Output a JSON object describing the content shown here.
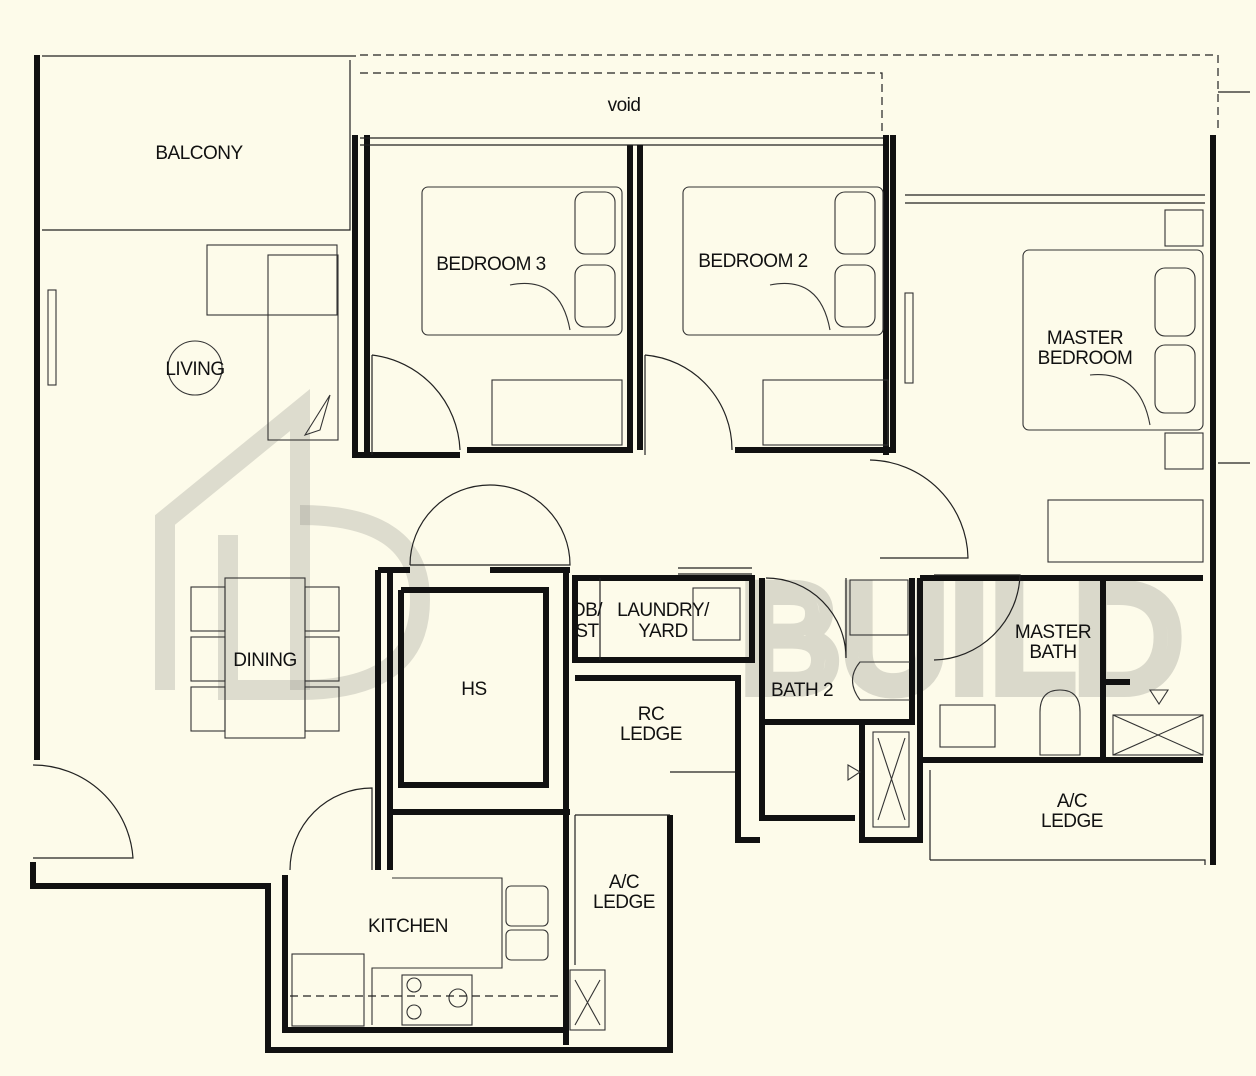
{
  "void_label": "void",
  "rooms": {
    "balcony": "BALCONY",
    "living": "LIVING",
    "dining": "DINING",
    "bedroom3": "BEDROOM 3",
    "bedroom2": "BEDROOM 2",
    "master_bedroom_1": "MASTER",
    "master_bedroom_2": "BEDROOM",
    "hs": "HS",
    "dbst_1": "DB/",
    "dbst_2": "ST",
    "laundry_1": "LAUNDRY/",
    "laundry_2": "YARD",
    "bath2": "BATH 2",
    "master_bath_1": "MASTER",
    "master_bath_2": "BATH",
    "rc_ledge_1": "RC",
    "rc_ledge_2": "LEDGE",
    "ac_ledge_mid_1": "A/C",
    "ac_ledge_mid_2": "LEDGE",
    "ac_ledge_right_1": "A/C",
    "ac_ledge_right_2": "LEDGE",
    "kitchen": "KITCHEN"
  },
  "watermark": "BUILD"
}
